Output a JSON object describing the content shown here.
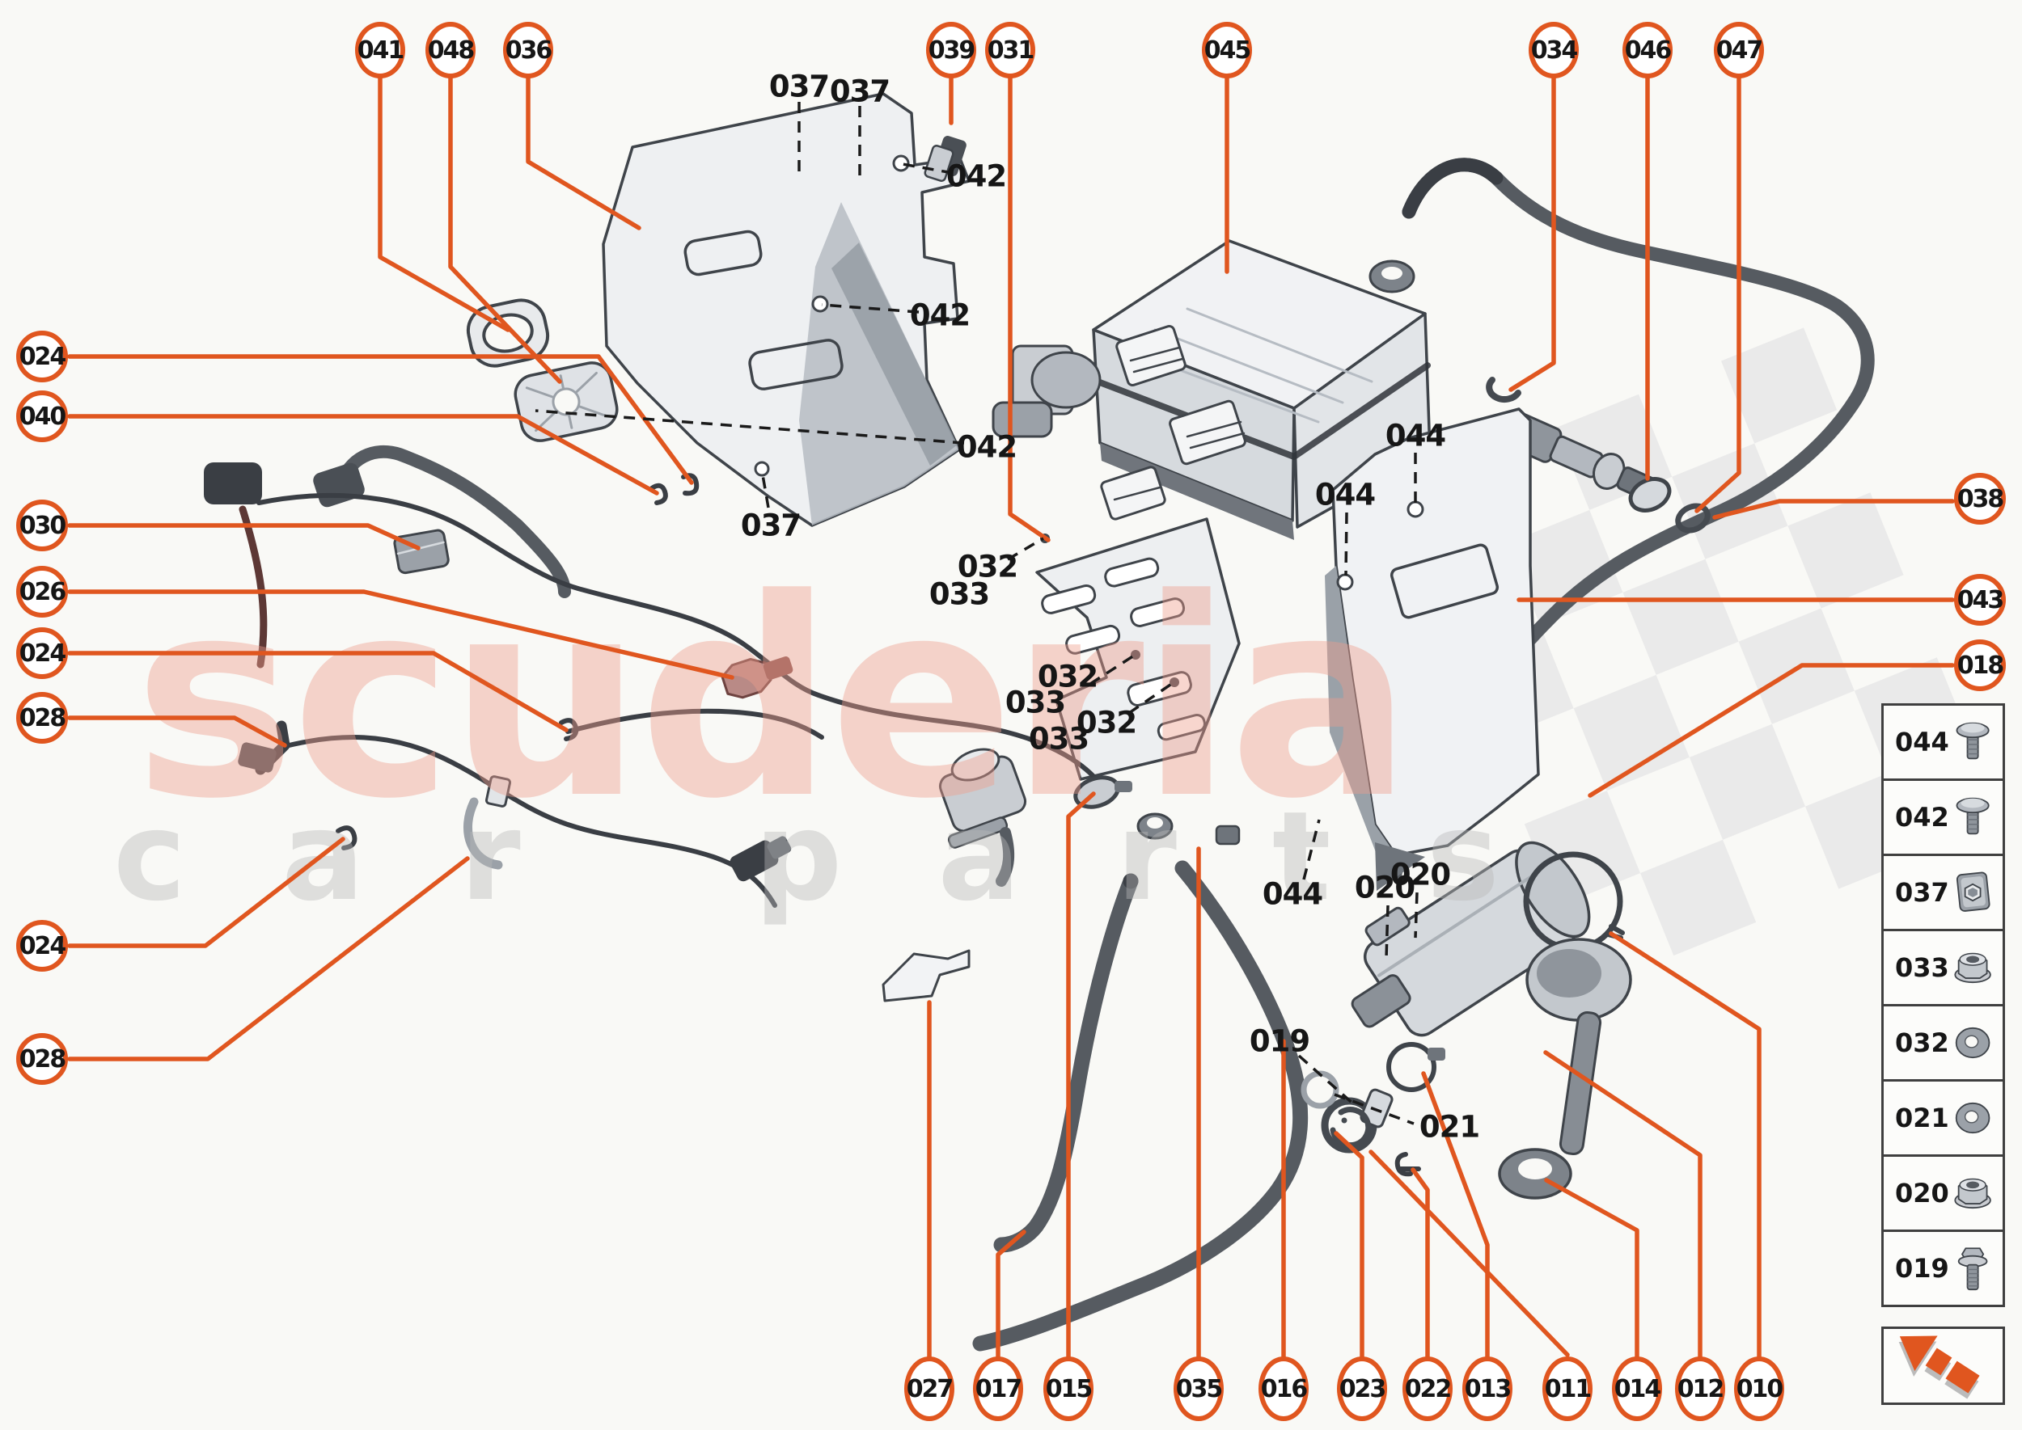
{
  "watermark": {
    "brand": "scuderia",
    "tagline": "car parts"
  },
  "colors": {
    "accent": "#e0561f",
    "background": "#f9f9f6",
    "watermark_pink": "#ef9e8d",
    "watermark_grey": "#b9b9b9",
    "legend_border": "#3f3f3f"
  },
  "callouts": {
    "top": [
      "041",
      "048",
      "036",
      "039",
      "031",
      "045",
      "034",
      "046",
      "047"
    ],
    "left": [
      "024",
      "040",
      "030",
      "026",
      "024",
      "028",
      "024",
      "028"
    ],
    "right": [
      "038",
      "043",
      "018"
    ],
    "bottom": [
      "027",
      "017",
      "015",
      "035",
      "016",
      "023",
      "022",
      "013",
      "011",
      "014",
      "012",
      "010"
    ]
  },
  "inline_labels": [
    "037",
    "037",
    "042",
    "042",
    "042",
    "037",
    "032",
    "033",
    "044",
    "044",
    "032",
    "033",
    "032",
    "033",
    "044",
    "020",
    "020",
    "019",
    "021"
  ],
  "legend": {
    "rows": [
      {
        "part": "044",
        "icon": "pan-screw-icon"
      },
      {
        "part": "042",
        "icon": "pan-screw-icon"
      },
      {
        "part": "037",
        "icon": "clip-nut-icon"
      },
      {
        "part": "033",
        "icon": "flange-nut-icon"
      },
      {
        "part": "032",
        "icon": "washer-icon"
      },
      {
        "part": "021",
        "icon": "washer-icon"
      },
      {
        "part": "020",
        "icon": "flange-nut-icon"
      },
      {
        "part": "019",
        "icon": "flange-bolt-icon"
      }
    ]
  },
  "logo": {
    "name": "scuderia-arrow-logo"
  }
}
